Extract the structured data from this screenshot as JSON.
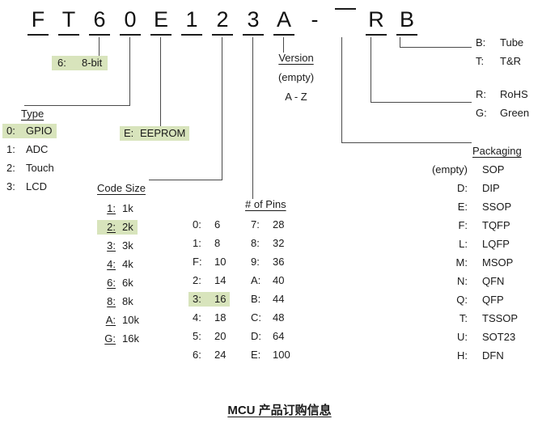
{
  "part_number": {
    "chars": [
      "F",
      "T",
      "6",
      "0",
      "E",
      "1",
      "2",
      "3",
      "A",
      "-",
      "",
      "R",
      "B"
    ]
  },
  "bit": {
    "key": "6:",
    "value": "8-bit"
  },
  "type": {
    "header": "Type",
    "items": [
      {
        "key": "0:",
        "value": "GPIO"
      },
      {
        "key": "1:",
        "value": "ADC"
      },
      {
        "key": "2:",
        "value": "Touch"
      },
      {
        "key": "3:",
        "value": "LCD"
      }
    ]
  },
  "eeprom": {
    "key": "E:",
    "value": "EEPROM"
  },
  "code_size": {
    "header": "Code Size",
    "items": [
      {
        "key": "1:",
        "value": "1k"
      },
      {
        "key": "2:",
        "value": "2k"
      },
      {
        "key": "3:",
        "value": "3k"
      },
      {
        "key": "4:",
        "value": "4k"
      },
      {
        "key": "6:",
        "value": "6k"
      },
      {
        "key": "8:",
        "value": "8k"
      },
      {
        "key": "A:",
        "value": "10k"
      },
      {
        "key": "G:",
        "value": "16k"
      }
    ]
  },
  "pins": {
    "header": "# of Pins",
    "left": [
      {
        "key": "0:",
        "value": "6"
      },
      {
        "key": "1:",
        "value": "8"
      },
      {
        "key": "F:",
        "value": "10"
      },
      {
        "key": "2:",
        "value": "14"
      },
      {
        "key": "3:",
        "value": "16"
      },
      {
        "key": "4:",
        "value": "18"
      },
      {
        "key": "5:",
        "value": "20"
      },
      {
        "key": "6:",
        "value": "24"
      }
    ],
    "right": [
      {
        "key": "7:",
        "value": "28"
      },
      {
        "key": "8:",
        "value": "32"
      },
      {
        "key": "9:",
        "value": "36"
      },
      {
        "key": "A:",
        "value": "40"
      },
      {
        "key": "B:",
        "value": "44"
      },
      {
        "key": "C:",
        "value": "48"
      },
      {
        "key": "D:",
        "value": "64"
      },
      {
        "key": "E:",
        "value": "100"
      }
    ]
  },
  "version": {
    "header": "Version",
    "line1": "(empty)",
    "line2": "A - Z"
  },
  "packing": {
    "items": [
      {
        "key": "B:",
        "value": "Tube"
      },
      {
        "key": "T:",
        "value": "T&R"
      }
    ]
  },
  "rohs": {
    "items": [
      {
        "key": "R:",
        "value": "RoHS"
      },
      {
        "key": "G:",
        "value": "Green"
      }
    ]
  },
  "packaging": {
    "header": "Packaging",
    "items": [
      {
        "key": "(empty)",
        "value": "SOP"
      },
      {
        "key": "D:",
        "value": "DIP"
      },
      {
        "key": "E:",
        "value": "SSOP"
      },
      {
        "key": "F:",
        "value": "TQFP"
      },
      {
        "key": "L:",
        "value": "LQFP"
      },
      {
        "key": "M:",
        "value": "MSOP"
      },
      {
        "key": "N:",
        "value": "QFN"
      },
      {
        "key": "Q:",
        "value": "QFP"
      },
      {
        "key": "T:",
        "value": "TSSOP"
      },
      {
        "key": "U:",
        "value": "SOT23"
      },
      {
        "key": "H:",
        "value": "DFN"
      }
    ]
  },
  "footer": {
    "title": "MCU 产品订购信息"
  },
  "colors": {
    "highlight": "#d8e4bc"
  }
}
